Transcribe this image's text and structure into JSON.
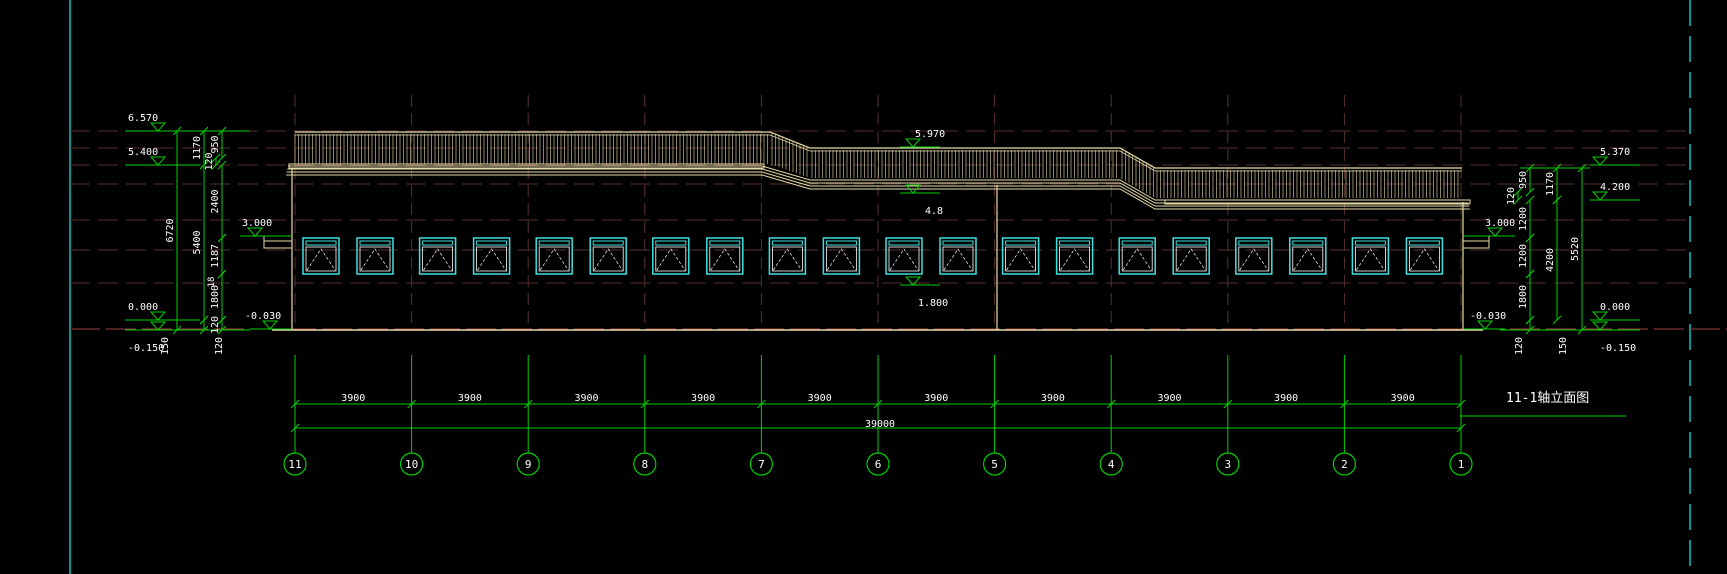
{
  "colors": {
    "background": "#000000",
    "building": "#e8dca8",
    "dimension": "#00d000",
    "text": "#ffffff",
    "window_frame": "#40e0e0",
    "window_line": "#ffffff",
    "axis_cyan": "#00c8c8",
    "centerline": "#a04040",
    "grid": "#5a3030"
  },
  "drawing": {
    "title": "11-1轴立面图",
    "total_dimension": "39000",
    "bay_dimension": "3900",
    "axes": [
      "11",
      "10",
      "9",
      "8",
      "7",
      "6",
      "5",
      "4",
      "3",
      "2",
      "1"
    ]
  },
  "levels_left": [
    {
      "value": "6.570",
      "side": "above"
    },
    {
      "value": "5.400",
      "side": "above"
    },
    {
      "value": "3.000",
      "side": "above"
    },
    {
      "value": "0.000",
      "side": "above"
    },
    {
      "value": "-0.150",
      "side": "below"
    },
    {
      "value": "-0.030",
      "side": "above"
    }
  ],
  "levels_right": [
    {
      "value": "5.370",
      "side": "above"
    },
    {
      "value": "4.200",
      "side": "above"
    },
    {
      "value": "3.000",
      "side": "above"
    },
    {
      "value": "0.000",
      "side": "above"
    },
    {
      "value": "-0.150",
      "side": "below"
    },
    {
      "value": "-0.030",
      "side": "above"
    }
  ],
  "levels_center": [
    "5.970",
    "4.8",
    "1.800"
  ],
  "left_dims": {
    "overall": "6720",
    "main": "5400",
    "segments": [
      "1170",
      "950",
      "120",
      "2400",
      "1187",
      "1800",
      "120",
      "150"
    ],
    "extra": "18"
  },
  "right_dims": {
    "overall": "5520",
    "main": "4200",
    "segments": [
      "1170",
      "950",
      "120",
      "1200",
      "1200",
      "1800",
      "120",
      "150"
    ]
  },
  "window_count": 20
}
